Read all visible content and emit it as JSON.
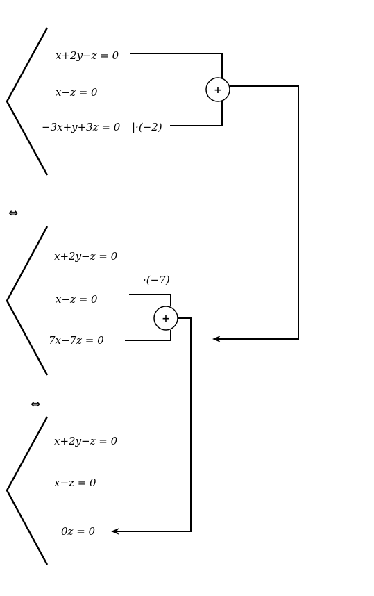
{
  "system1": {
    "eq1": "x+2y−z = 0",
    "eq2": "x−z = 0",
    "eq3": "−3x+y+3z = 0",
    "multiplier": "|·(−2)"
  },
  "equiv1": "⇔",
  "system2": {
    "eq1": "x+2y−z = 0",
    "eq2": "x−z = 0",
    "eq3": "7x−7z = 0",
    "multiplier": "·(−7)"
  },
  "equiv2": "⇔",
  "system3": {
    "eq1": "x+2y−z = 0",
    "eq2": "x−z = 0",
    "eq3": "0z = 0"
  },
  "plus_symbol": "+"
}
